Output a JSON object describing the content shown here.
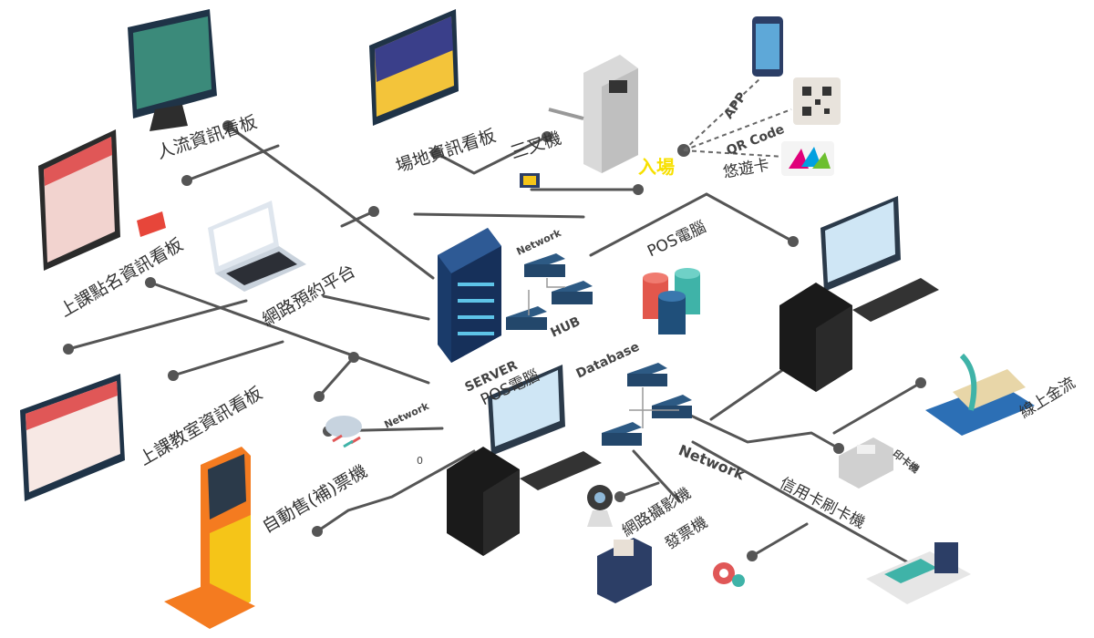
{
  "labels": {
    "crowd_board": "人流資訊看板",
    "venue_board": "場地資訊看板",
    "turnstile": "三叉機",
    "app": "APP",
    "qr_code": "QR Code",
    "easycard": "悠遊卡",
    "entry": "入場",
    "roll_call_board": "上課點名資訊看板",
    "booking_platform": "網路預約平台",
    "network_top": "Network",
    "pos_top": "POS電腦",
    "hub": "HUB",
    "server": "SERVER",
    "pos_center": "POS電腦",
    "database": "Database",
    "online_payment": "線上金流",
    "classroom_board": "上課教室資訊看板",
    "network_left": "Network",
    "card_printer": "印卡機",
    "kiosk": "自動售(補)票機",
    "network_right": "Network",
    "ip_camera": "網路攝影機",
    "invoice_printer": "發票機",
    "card_reader": "信用卡刷卡機",
    "stray_zero": "0"
  },
  "colors": {
    "line": "#555555",
    "entry_text": "#f7e000",
    "server_body": "#1f3a5f",
    "device_teal": "#2aa6a6",
    "kiosk_orange": "#f47b20",
    "kiosk_yellow": "#f5c518"
  },
  "icons": [
    "monitor-icon",
    "tablet-icon",
    "laptop-icon",
    "server-rack-icon",
    "hub-icon",
    "database-icon",
    "pc-tower-icon",
    "turnstile-icon",
    "phone-icon",
    "qr-icon",
    "easycard-icon",
    "kiosk-icon",
    "camera-icon",
    "printer-icon",
    "card-terminal-icon",
    "cloud-icon",
    "gear-icon"
  ]
}
